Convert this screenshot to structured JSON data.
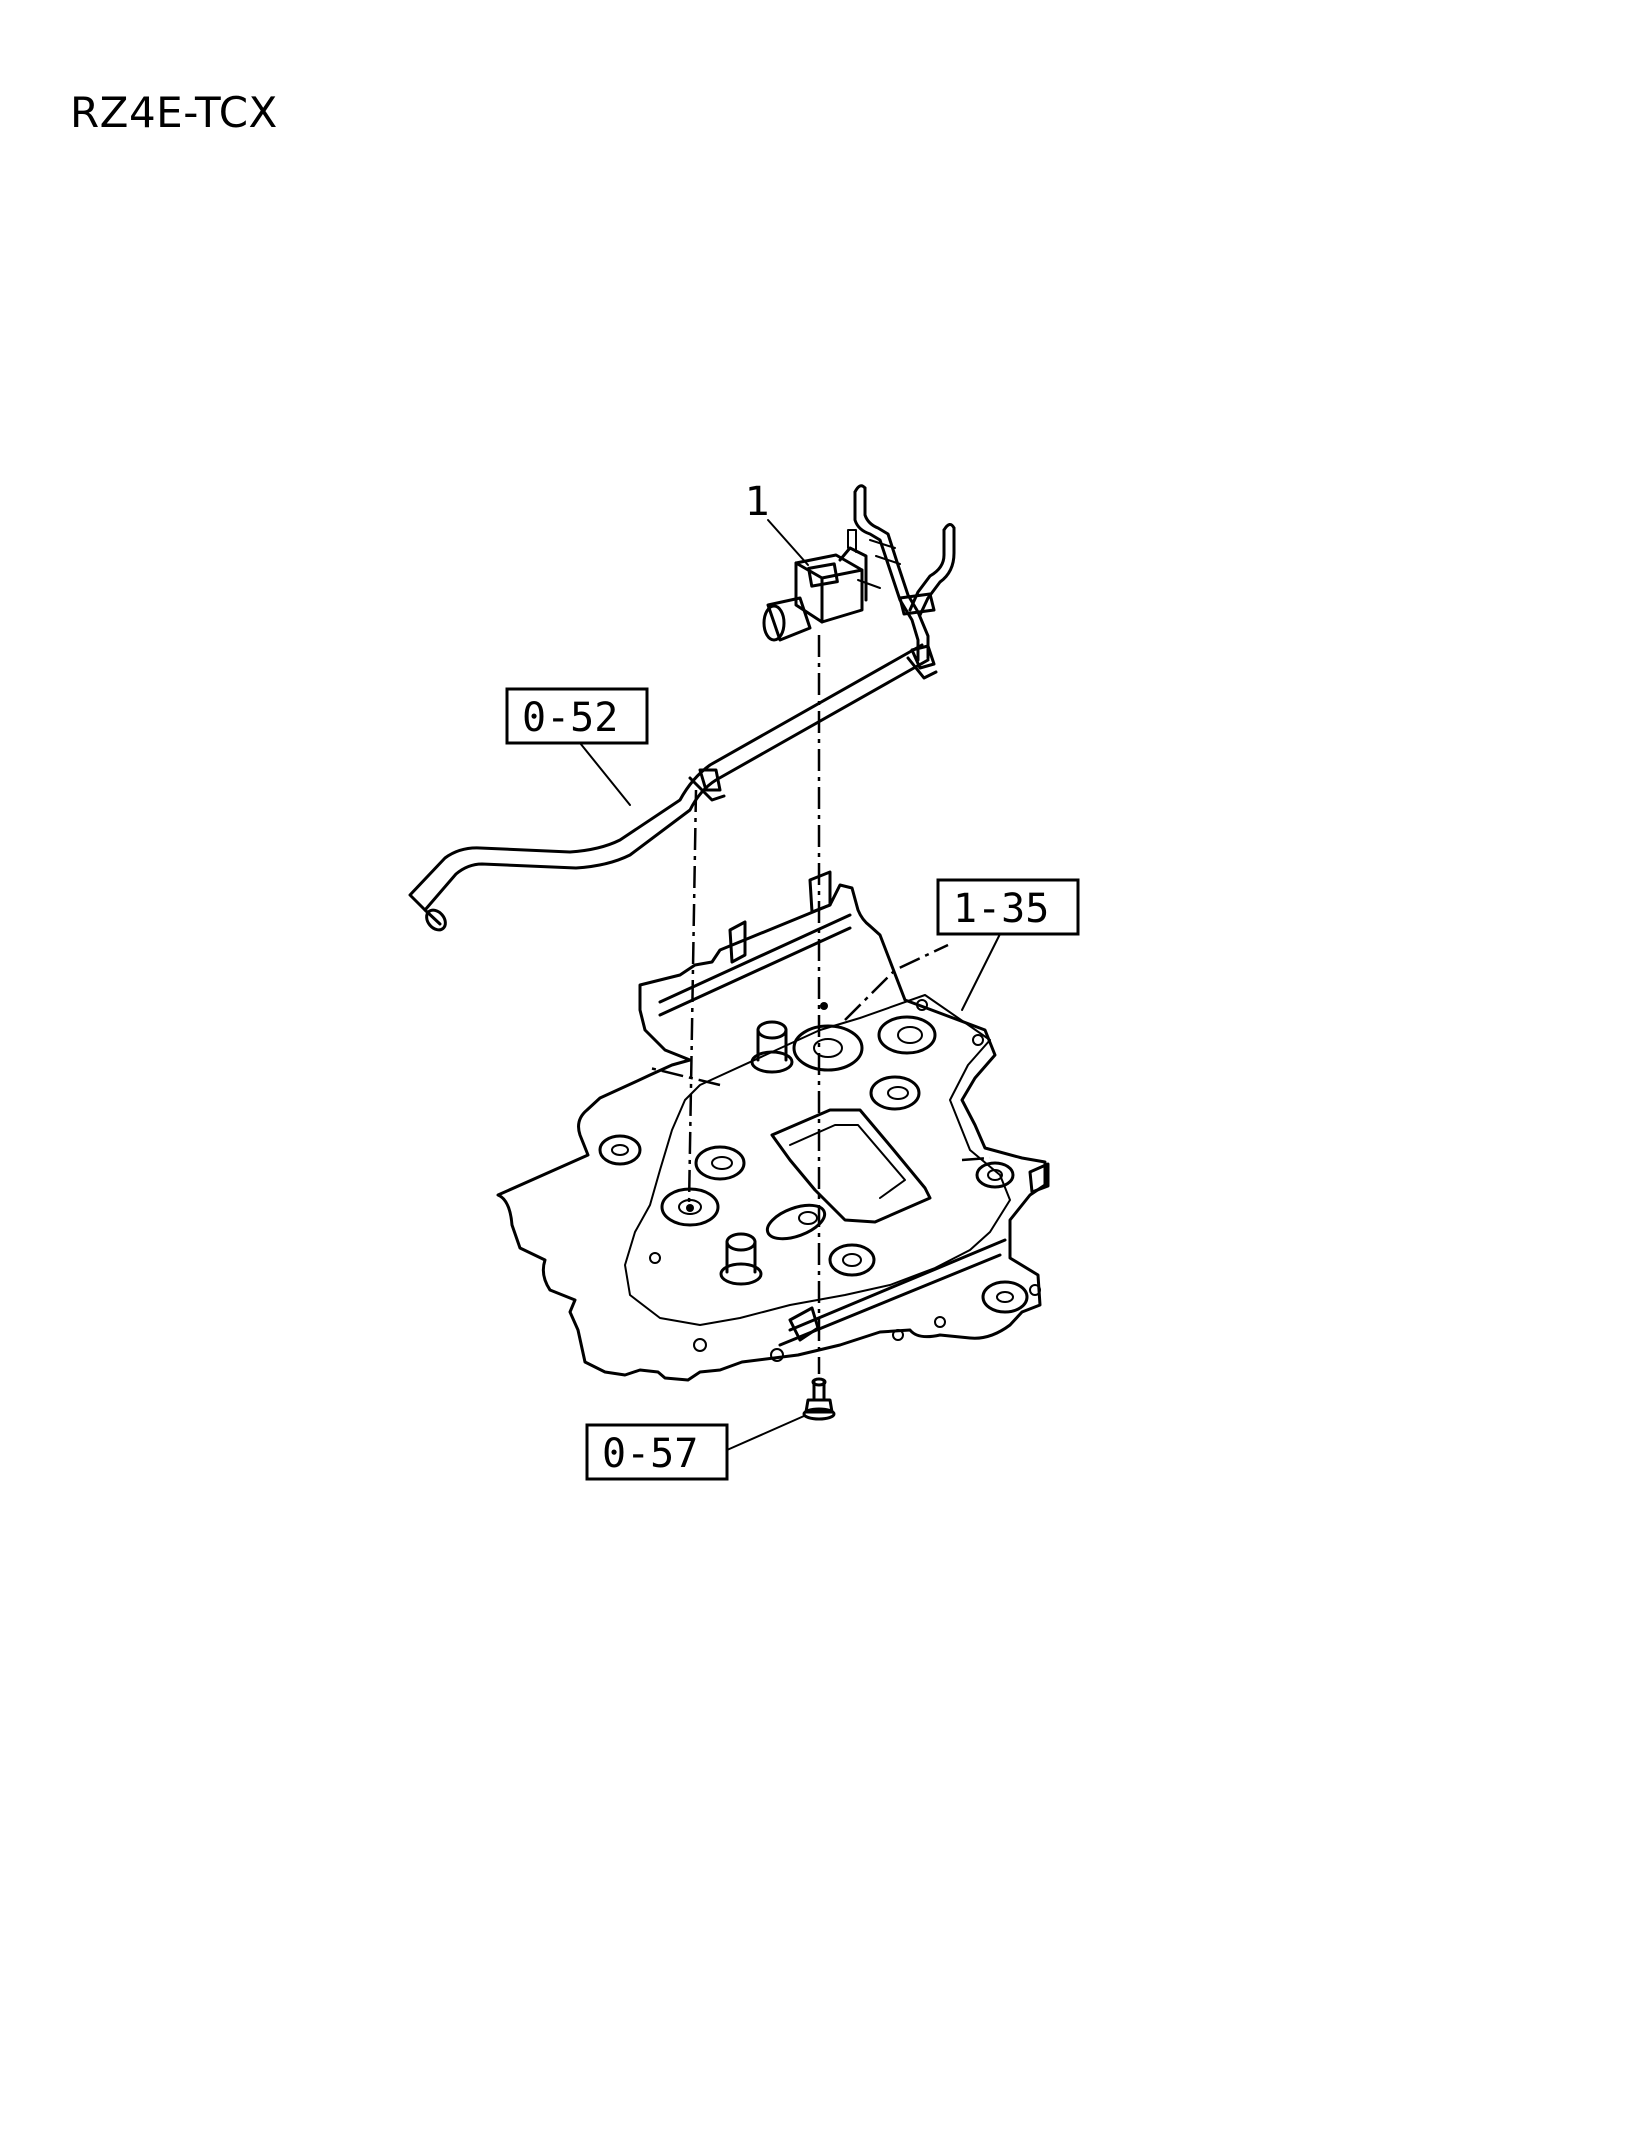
{
  "page_code": "RZ4E-TCX",
  "callouts": {
    "item_1": "1",
    "ref_0_52": "0-52",
    "ref_1_35": "1-35",
    "ref_0_57": "0-57"
  }
}
